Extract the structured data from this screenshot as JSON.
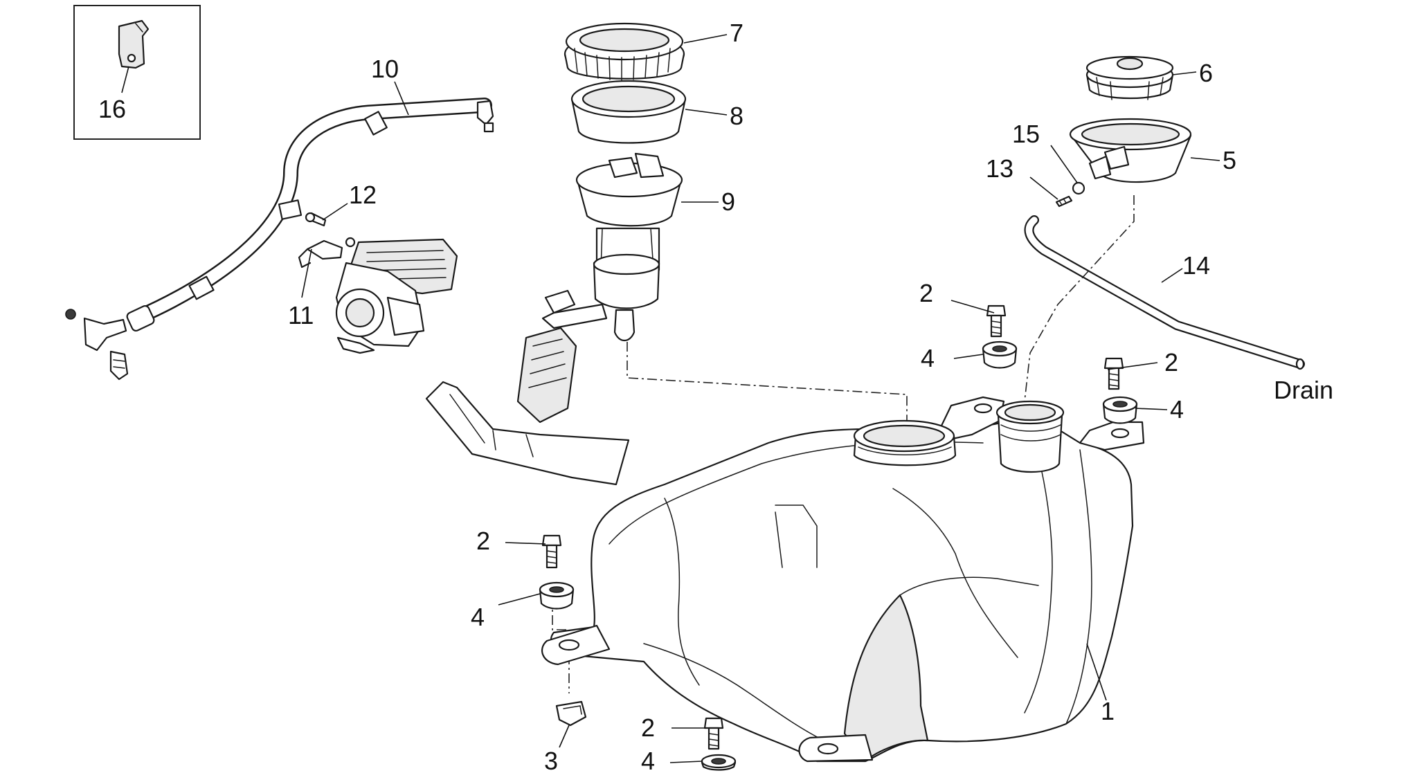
{
  "callouts": [
    {
      "id": "1",
      "text": "1"
    },
    {
      "id": "2a",
      "text": "2"
    },
    {
      "id": "2b",
      "text": "2"
    },
    {
      "id": "2c",
      "text": "2"
    },
    {
      "id": "2d",
      "text": "2"
    },
    {
      "id": "3",
      "text": "3"
    },
    {
      "id": "4a",
      "text": "4"
    },
    {
      "id": "4b",
      "text": "4"
    },
    {
      "id": "4c",
      "text": "4"
    },
    {
      "id": "4d",
      "text": "4"
    },
    {
      "id": "5",
      "text": "5"
    },
    {
      "id": "6",
      "text": "6"
    },
    {
      "id": "7",
      "text": "7"
    },
    {
      "id": "8",
      "text": "8"
    },
    {
      "id": "9",
      "text": "9"
    },
    {
      "id": "10",
      "text": "10"
    },
    {
      "id": "11",
      "text": "11"
    },
    {
      "id": "12",
      "text": "12"
    },
    {
      "id": "13",
      "text": "13"
    },
    {
      "id": "14",
      "text": "14"
    },
    {
      "id": "15",
      "text": "15"
    },
    {
      "id": "16",
      "text": "16"
    }
  ],
  "drain_label": "Drain",
  "colors": {
    "line": "#1a1a1a",
    "background": "#ffffff",
    "shade": "#e9e9e9"
  }
}
